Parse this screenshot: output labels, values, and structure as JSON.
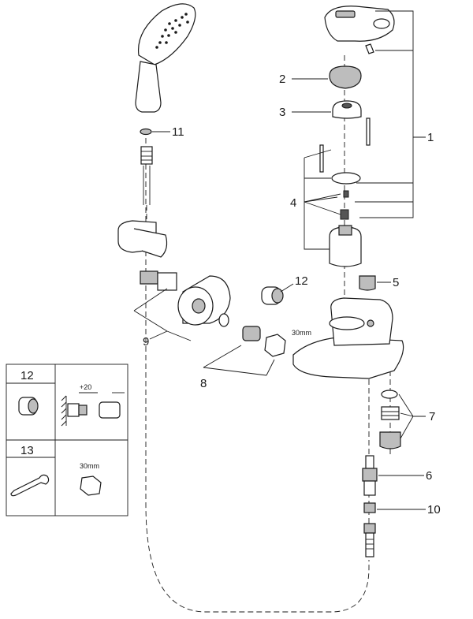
{
  "callouts": {
    "n1": "1",
    "n2": "2",
    "n3": "3",
    "n4": "4",
    "n5": "5",
    "n6": "6",
    "n7": "7",
    "n8": "8",
    "n9": "9",
    "n10": "10",
    "n11": "11",
    "n12": "12"
  },
  "nut_size": "30mm",
  "legend": {
    "row1_number": "12",
    "row1_dimension": "+20",
    "row2_number": "13",
    "row2_nut_size": "30mm"
  }
}
